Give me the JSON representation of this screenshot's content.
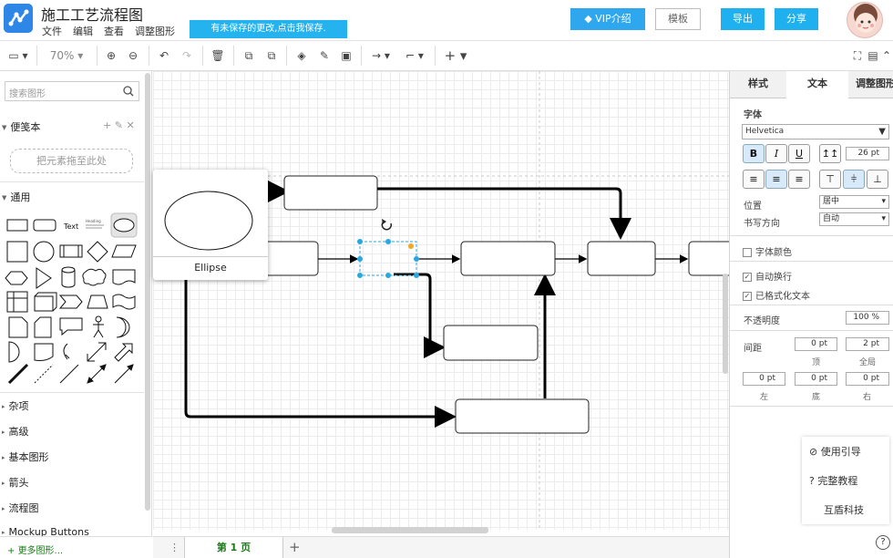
{
  "app": {
    "title": "施工工艺流程图",
    "save_notice": "有未保存的更改,点击我保存."
  },
  "menu": [
    "文件",
    "编辑",
    "查看",
    "调整图形"
  ],
  "header_buttons": {
    "vip": "VIP介绍",
    "template": "模板",
    "export": "导出",
    "share": "分享"
  },
  "toolbar": {
    "zoom": "70%",
    "icons": [
      "panel-toggle-icon",
      "zoom-in-icon",
      "zoom-out-icon",
      "undo-icon",
      "redo-icon",
      "delete-icon",
      "to-front-icon",
      "to-back-icon",
      "fill-color-icon",
      "line-color-icon",
      "shadow-icon",
      "connection-icon",
      "waypoint-icon",
      "insert-icon",
      "fullscreen-icon",
      "format-panel-icon",
      "collapse-icon"
    ]
  },
  "left_panel": {
    "search_placeholder": "搜索图形",
    "scratchpad_title": "便笺本",
    "scratchpad_drop": "把元素拖至此处",
    "general_title": "通用",
    "shape_text_label": "Text",
    "shape_heading_label": "Heading",
    "sections": [
      "杂项",
      "高级",
      "基本图形",
      "箭头",
      "流程图",
      "Mockup Buttons"
    ],
    "more_shapes": "更多图形..."
  },
  "tooltip": {
    "shape_name": "Ellipse"
  },
  "right_panel": {
    "tabs": [
      "样式",
      "文本",
      "调整图形"
    ],
    "font_label": "字体",
    "font_value": "Helvetica",
    "font_size": "26 pt",
    "style_buttons": [
      "B",
      "I",
      "U"
    ],
    "position_label": "位置",
    "position_value": "居中",
    "direction_label": "书写方向",
    "direction_value": "自动",
    "font_color_label": "字体颜色",
    "auto_wrap_label": "自动换行",
    "formatted_label": "已格式化文本",
    "opacity_label": "不透明度",
    "opacity_value": "100 %",
    "spacing_label": "间距",
    "spacing": {
      "top": "0 pt",
      "global": "2 pt",
      "left": "0 pt",
      "bottom": "0 pt",
      "right": "0 pt"
    },
    "spacing_captions": {
      "top": "顶",
      "global": "全局",
      "left": "左",
      "bottom": "底",
      "right": "右"
    }
  },
  "help": {
    "guide": "使用引导",
    "tutorial": "完整教程",
    "company": "互盾科技"
  },
  "page_tab": "第 1 页",
  "colors": {
    "accent": "#1eb0ef",
    "selection": "#29a8e0",
    "handle": "#f5a623"
  }
}
